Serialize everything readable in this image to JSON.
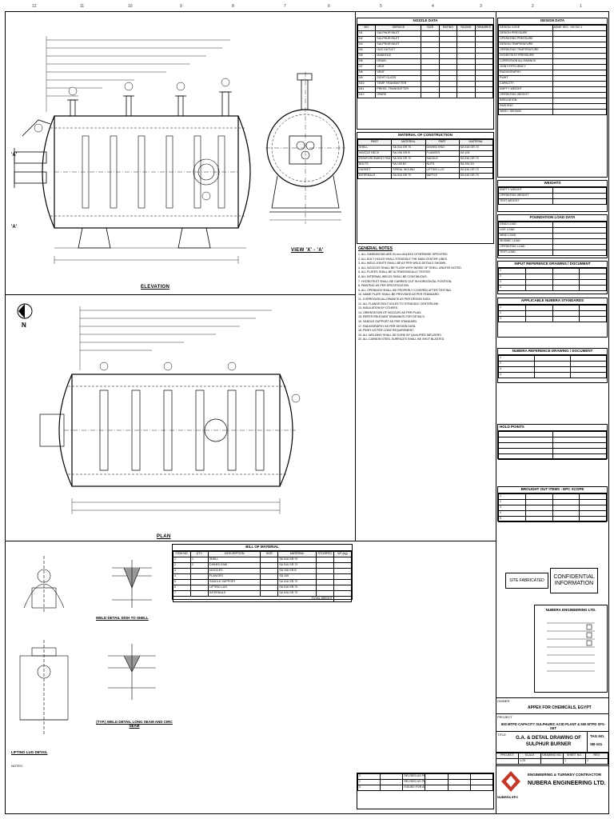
{
  "views": {
    "elevation_label": "ELEVATION",
    "plan_label": "PLAN",
    "section_label": "VIEW 'X' - 'A'",
    "north_label": "N",
    "weld1_label": "WELD DETAIL DISH TO SHELL",
    "weld2_label": "(TYP.) WELD DETAIL LONG SEAM AND CIRC SEAM",
    "lug_label": "LIFTING LUG DETAIL"
  },
  "nozzle_data": {
    "title": "NOZZLE DATA",
    "headers": [
      "NO.",
      "SERVICE",
      "SIZE",
      "RATING",
      "FACING",
      "REMARKS"
    ],
    "rows": [
      [
        "N1",
        "SULPHUR INLET",
        "",
        "",
        "",
        ""
      ],
      [
        "N2",
        "SULPHUR INLET",
        "",
        "",
        "",
        ""
      ],
      [
        "N3",
        "SULPHUR INLET",
        "",
        "",
        "",
        ""
      ],
      [
        "N4",
        "GAS OUTLET",
        "",
        "",
        "",
        ""
      ],
      [
        "N5",
        "MANHOLE",
        "",
        "",
        "",
        ""
      ],
      [
        "N6",
        "DRAIN",
        "",
        "",
        "",
        ""
      ],
      [
        "N7",
        "VENT",
        "",
        "",
        "",
        ""
      ],
      [
        "N8",
        "VENT",
        "",
        "",
        "",
        ""
      ],
      [
        "N9",
        "SIGHT GLASS",
        "",
        "",
        "",
        ""
      ],
      [
        "N10",
        "TEMP. TRANSMITTER",
        "",
        "",
        "",
        ""
      ],
      [
        "N11",
        "PRESS. TRANSMITTER",
        "",
        "",
        "",
        ""
      ],
      [
        "N12",
        "SPARE",
        "",
        "",
        "",
        ""
      ]
    ]
  },
  "material": {
    "title": "MATERIAL OF CONSTRUCTION",
    "headers": [
      "PART",
      "MATERIAL",
      "PART",
      "MATERIAL"
    ],
    "rows": [
      [
        "SHELL",
        "SA 516 GR.70",
        "DISHED END",
        "SA 516 GR.70"
      ],
      [
        "NOZZLE NECK",
        "SA 106 GR.B",
        "FLANGES",
        "SA 105"
      ],
      [
        "REINFORCEMENT PAD",
        "SA 516 GR.70",
        "SADDLE",
        "SA 516 GR.70"
      ],
      [
        "BOLTS",
        "SA 193 B7",
        "NUTS",
        "SA 194 2H"
      ],
      [
        "GASKET",
        "SPIRAL WOUND",
        "LIFTING LUG",
        "SA 516 GR.70"
      ],
      [
        "INTERNALS",
        "SA 516 GR.70",
        "BAFFLE",
        "SA 516 GR.70"
      ]
    ]
  },
  "general_notes": {
    "title": "GENERAL NOTES",
    "lines": [
      "1. ALL DIMENSIONS ARE IN mm UNLESS OTHERWISE SPECIFIED.",
      "2. ALL BOLT HOLES SHALL STRADDLE THE MAIN CENTER LINES.",
      "3. ALL WELD JOINTS SHALL BE AS PER WELD DETAILS SHOWN.",
      "4. ALL NOZZLES SHALL BE FLUSH WITH INSIDE OF SHELL UNLESS NOTED.",
      "5. ALL PLATES SHALL BE ULTRASONICALLY TESTED.",
      "6. ALL INTERNAL WELDS SHALL BE CONTINUOUS.",
      "7. HYDROTEST SHALL BE CARRIED OUT IN HORIZONTAL POSITION.",
      "8. PAINTING AS PER SPECIFICATION.",
      "9. ALL OPENINGS SHALL BE PROPERLY COVERED AFTER TESTING.",
      "10. NAME PLATE SHALL BE PROVIDED AS PER STANDARD.",
      "11. CORROSION ALLOWANCE AS PER DESIGN DATA.",
      "12. ALL FLANGE BOLT HOLES TO STRADDLE CENTERLINE.",
      "13. INSULATION BY OTHERS.",
      "14. ORIENTATION OF NOZZLES AS PER PLAN.",
      "15. REFER RELEVANT DRAWINGS FOR DETAILS.",
      "16. SADDLE SUPPORT AS PER STANDARD.",
      "17. RADIOGRAPHY AS PER DESIGN DATA.",
      "18. PWHT AS PER CODE REQUIREMENT.",
      "19. ALL WELDING SHALL BE DONE BY QUALIFIED WELDERS.",
      "20. ALL CARBON STEEL SURFACES SHALL BE SHOT BLASTED."
    ]
  },
  "design_data": {
    "title": "DESIGN DATA",
    "rows": [
      [
        "DESIGN CODE",
        "ASME SEC. VIII DIV.1"
      ],
      [
        "DESIGN PRESSURE",
        ""
      ],
      [
        "OPERATING PRESSURE",
        ""
      ],
      [
        "DESIGN TEMPERATURE",
        ""
      ],
      [
        "OPERATING TEMPERATURE",
        ""
      ],
      [
        "HYDROTEST PRESSURE",
        ""
      ],
      [
        "CORROSION ALLOWANCE",
        ""
      ],
      [
        "JOINT EFFICIENCY",
        ""
      ],
      [
        "RADIOGRAPHY",
        ""
      ],
      [
        "PWHT",
        ""
      ],
      [
        "CAPACITY",
        ""
      ],
      [
        "EMPTY WEIGHT",
        ""
      ],
      [
        "OPERATING WEIGHT",
        ""
      ],
      [
        "INSULATION",
        ""
      ],
      [
        "PAINTING",
        ""
      ],
      [
        "WIND / SEISMIC",
        ""
      ]
    ]
  },
  "weights": {
    "title": "WEIGHTS",
    "rows": [
      [
        "EMPTY WEIGHT",
        ""
      ],
      [
        "OPERATING WEIGHT",
        ""
      ],
      [
        "TEST WEIGHT",
        ""
      ]
    ]
  },
  "foundation": {
    "title": "FOUNDATION LOAD DATA",
    "rows": [
      [
        "DEAD LOAD",
        ""
      ],
      [
        "LIVE LOAD",
        ""
      ],
      [
        "WIND LOAD",
        ""
      ],
      [
        "SEISMIC LOAD",
        ""
      ],
      [
        "OPERATING LOAD",
        ""
      ],
      [
        "TEST LOAD",
        ""
      ]
    ]
  },
  "input_ref": {
    "title": "INPUT REFERENCE DRAWING / DOCUMENT",
    "headers": [
      "S.NO.",
      "DOCUMENT NO.",
      "REV.",
      "DESCRIPTION"
    ],
    "rows": [
      [
        "1",
        "",
        "",
        ""
      ],
      [
        "2",
        "",
        "",
        ""
      ],
      [
        "3",
        "",
        "",
        ""
      ],
      [
        "4",
        "",
        "",
        ""
      ]
    ]
  },
  "standards": {
    "title": "APPLICABLE NUBERA STANDARDS",
    "headers": [
      "S.NO.",
      "DESCRIPTION",
      "REV.",
      "STANDARD NO."
    ],
    "rows": [
      [
        "1",
        "",
        "",
        ""
      ],
      [
        "2",
        "",
        "",
        ""
      ],
      [
        "3",
        "",
        "",
        ""
      ]
    ]
  },
  "ref_docs": {
    "title": "NUBERA REFERENCE DRAWING / DOCUMENT",
    "rows": [
      [
        "1",
        "",
        ""
      ],
      [
        "2",
        "",
        ""
      ],
      [
        "3",
        "",
        ""
      ],
      [
        "4",
        "",
        ""
      ]
    ]
  },
  "hold_points": {
    "title": "HOLD POINTS",
    "rows": [
      [
        "",
        ""
      ],
      [
        "",
        ""
      ],
      [
        "",
        ""
      ],
      [
        "",
        ""
      ],
      [
        "",
        ""
      ]
    ]
  },
  "bought_out": {
    "title": "BROUGHT OUT ITEMS - EPC SCOPE",
    "rows": [
      [
        "1",
        "",
        "",
        ""
      ],
      [
        "2",
        "",
        "",
        ""
      ],
      [
        "3",
        "",
        "",
        ""
      ],
      [
        "4",
        "",
        "",
        ""
      ],
      [
        "5",
        "",
        "",
        ""
      ]
    ]
  },
  "bom": {
    "title": "BILL OF MATERIAL",
    "headers": [
      "ITEM NO.",
      "QTY.",
      "DESCRIPTION",
      "SIZE",
      "MATERIAL",
      "STD/SPEC",
      "WT.(kg)"
    ],
    "rows": [
      [
        "1",
        "1",
        "SHELL",
        "",
        "SA 516 GR.70",
        "",
        ""
      ],
      [
        "2",
        "2",
        "DISHED END",
        "",
        "SA 516 GR.70",
        "",
        ""
      ],
      [
        "3",
        "",
        "NOZZLES",
        "",
        "SA 106 GR.B",
        "",
        ""
      ],
      [
        "4",
        "",
        "FLANGES",
        "",
        "SA 105",
        "",
        ""
      ],
      [
        "5",
        "",
        "SADDLE SUPPORT",
        "",
        "SA 516 GR.70",
        "",
        ""
      ],
      [
        "6",
        "",
        "LIFTING LUG",
        "",
        "SA 516 GR.70",
        "",
        ""
      ],
      [
        "7",
        "",
        "INTERNALS",
        "",
        "SA 516 GR.70",
        "",
        ""
      ]
    ],
    "total_label": "TOTAL WEIGHT"
  },
  "stamps": {
    "site_fabricated": "SITE FABRICATED",
    "confidential": "CONFIDENTIAL INFORMATION",
    "company": "NUBERA ENGINEERING LTD."
  },
  "title_block": {
    "owner_label": "OWNER",
    "owner": "APPEX FOR CHEMICALS, EGYPT",
    "project_label": "PROJECT",
    "project": "500 MTPD CAPACITY SULPHURIC ACID PLANT & 500 MTPD SFS-SET",
    "title_label": "TITLE",
    "title1": "G.A. & DETAIL DRAWING OF",
    "title2": "SULPHUR BURNER",
    "tag_label": "TAG NO.",
    "tag": "SB-101",
    "headers": [
      "PROJECT",
      "SCALE",
      "DRAWING NO.",
      "SHEET NO.",
      "REV."
    ],
    "values": [
      "",
      "1:25",
      "",
      "1",
      "2"
    ],
    "contractor_line1": "ENGINEERING & TURNKEY CONTRACTOR",
    "contractor_name": "NUBERA ENGINEERING LTD.",
    "logo_text": "NUBERA EPC"
  },
  "revisions": [
    [
      "2",
      "",
      "REVISED AS PER COMMENTS",
      "",
      "",
      ""
    ],
    [
      "1",
      "",
      "REVISED AS PER COMMENTS",
      "",
      "",
      ""
    ],
    [
      "0",
      "",
      "ISSUED FOR APPROVAL",
      "",
      "",
      ""
    ]
  ],
  "footer": {
    "note": "NOTES:"
  }
}
